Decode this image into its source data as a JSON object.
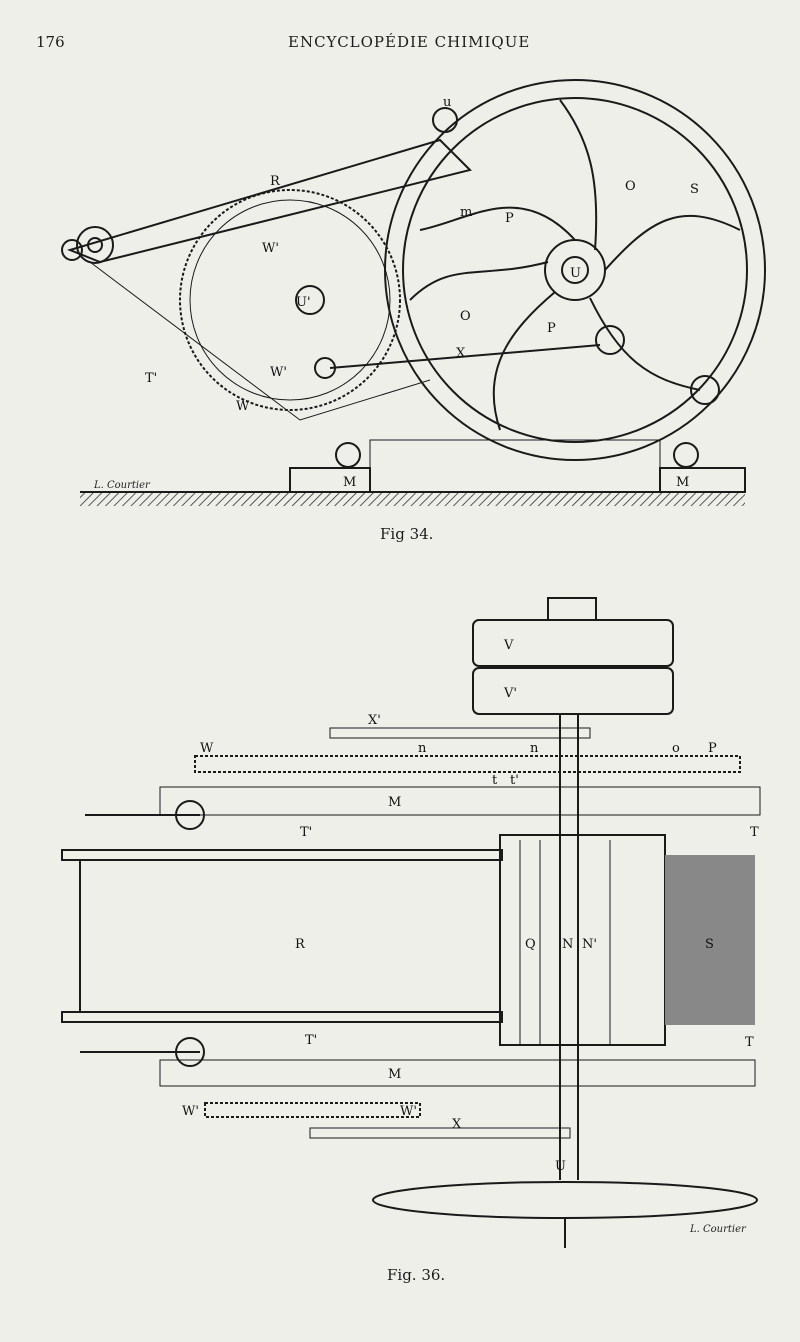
{
  "header": {
    "page_number": "176",
    "running_title": "ENCYCLOPÉDIE CHIMIQUE"
  },
  "figure_34": {
    "caption": "Fig 34.",
    "engraver_signature": "L. Courtier",
    "labels": [
      "u",
      "R",
      "W'",
      "U'",
      "W'",
      "T'",
      "W",
      "X",
      "m",
      "P",
      "O",
      "U",
      "P",
      "O",
      "S",
      "M",
      "M"
    ]
  },
  "figure_36": {
    "caption": "Fig. 36.",
    "engraver_signature": "L. Courtier",
    "labels": [
      "V",
      "V'",
      "X'",
      "W",
      "n",
      "n",
      "o",
      "P",
      "t",
      "t'",
      "M",
      "T'",
      "T",
      "R",
      "Q",
      "N",
      "N'",
      "S",
      "T",
      "T'",
      "M",
      "W'",
      "W'",
      "X",
      "U"
    ]
  }
}
